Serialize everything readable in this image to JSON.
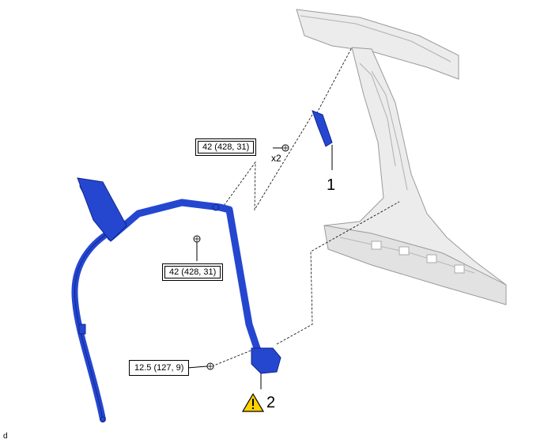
{
  "torque_specs": [
    {
      "text": "42 (428, 31)",
      "frame": "double"
    },
    {
      "text": "42 (428, 31)",
      "frame": "double"
    },
    {
      "text": "12.5 (127, 9)",
      "frame": "single"
    }
  ],
  "quantity": "x2",
  "callouts": [
    {
      "number": "1"
    },
    {
      "number": "2",
      "icon": "caution-icon"
    }
  ],
  "figure_id": "d",
  "colors": {
    "seat_belt": "#2547d0",
    "seat_belt_outline": "#10258f",
    "body_panel": "#e8e8e8",
    "body_outline": "#9a9a9a",
    "caution": "#ffd200"
  }
}
